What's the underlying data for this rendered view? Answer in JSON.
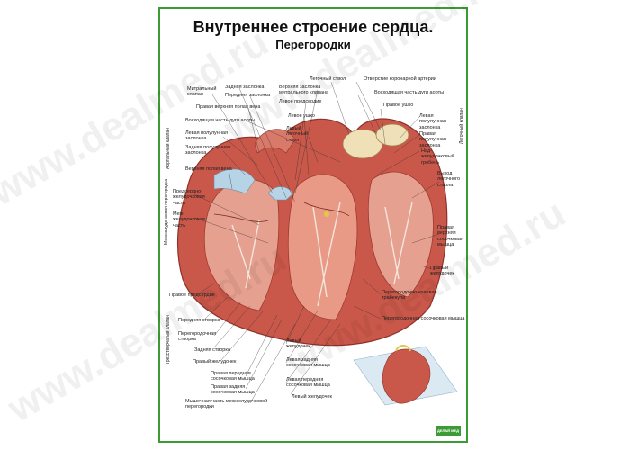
{
  "poster": {
    "title": "Внутреннее строение сердца.",
    "subtitle": "Перегородки",
    "publisher_logo_text": "ДЕЛАЙ МЕД",
    "watermark_text": "www.dealmed.ru"
  },
  "labels": {
    "mitral_valve": "Митральный\nклапан",
    "posterior_cusp": "Задняя заслонка",
    "anterior_cusp": "Передняя заслонка",
    "right_upper_pulm_vein": "Правая верхняя полая вена",
    "ascending_aorta_arch": "Восходящая часть дуги аорты",
    "left_semilunar_valve_a": "Левая полулунная\nзаслонка",
    "posterior_semilunar_valve": "Задняя полулунная\nзаслонка",
    "superior_vena_cava": "Верхняя полая вена",
    "atrioventricular_part": "Предсердно-\nжелудочковая\nчасть",
    "interventricular_part": "Меж-\nжелудочковая\nчасть",
    "upper_cusp_mitral": "Верхняя заслонка\nмитрального клапана",
    "left_atrium": "Левое предсердие",
    "left_auricle": "Левое ушко",
    "left_pulmonary_trunk": "Левый\nлегочный\nствол",
    "pulmonary_trunk": "Легочный ствол",
    "coronary_opening": "Отверстие коронарной артерии",
    "ascending_aorta": "Восходящая часть дуги аорты",
    "right_auricle": "Правое ушко",
    "left_semilunar_valve_b": "Левая\nполулунная\nзаслонка",
    "right_semilunar_valve": "Правая\nполулунная\nзаслонка",
    "supraventricular_crest": "Над-\nжелудочковый\nгребень",
    "pulmonary_outflow": "Выход\nлегочного\nствола",
    "right_upper_papillary": "Правая\nверхняя\nсосочковая\nмышца",
    "right_ventricle": "Правый\nжелудочек",
    "right_atrium": "Правое предсердие",
    "anterior_leaflet": "Передняя створка",
    "septal_leaflet": "Перегородочная\nстворка",
    "posterior_leaflet": "Задняя створка",
    "right_ventricle_2": "Правый желудочек",
    "septomarginal_trabecula": "Перегородочно-краевая\nтрабекула",
    "septal_papillary": "Перегородочная сосочковая мышца",
    "left_ventricle": "Левый\nжелудочек",
    "left_posterior_papillary": "Левая задняя\nсосочковая мышца",
    "right_anterior_papillary": "Правая передняя\nсосочковая мышца",
    "right_posterior_papillary": "Правая задняя\nсосочковая мышца",
    "left_anterior_papillary": "Левая передняя\nсосочковая мышца",
    "muscular_septum": "Мышечная часть межжелудочковой\nперегородки",
    "left_ventricle_2": "Левый желудочек",
    "aortic_valve_group": "Аортальный\nклапан",
    "pulmonary_valve_group": "Легочный\nклапан",
    "interventricular_septum_group": "Межжелудочковая перегородка",
    "tricuspid_valve_group": "Трехстворчатый клапан"
  },
  "colors": {
    "frame": "#3d9b35",
    "muscle": "#c9584a",
    "muscle_dark": "#9e3a31",
    "muscle_light": "#e99a86",
    "valve": "#efe0b8",
    "blue": "#b7d4e6"
  }
}
